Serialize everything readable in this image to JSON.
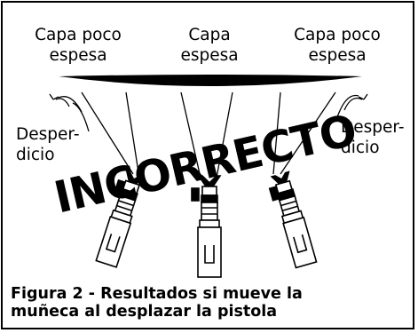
{
  "labels": {
    "left": [
      "Capa poco",
      "espesa"
    ],
    "center": [
      "Capa",
      "espesa"
    ],
    "right": [
      "Capa poco",
      "espesa"
    ],
    "waste_left": [
      "Desper-",
      "dicio"
    ],
    "waste_right": [
      "Desper-",
      "dicio"
    ]
  },
  "stamp": "INCORRECTO",
  "caption": {
    "line1": "Figura 2 -   Resultados si mueve la",
    "line2": "muñeca al desplazar la pistola"
  },
  "colors": {
    "ink": "#000000",
    "background": "#ffffff"
  }
}
